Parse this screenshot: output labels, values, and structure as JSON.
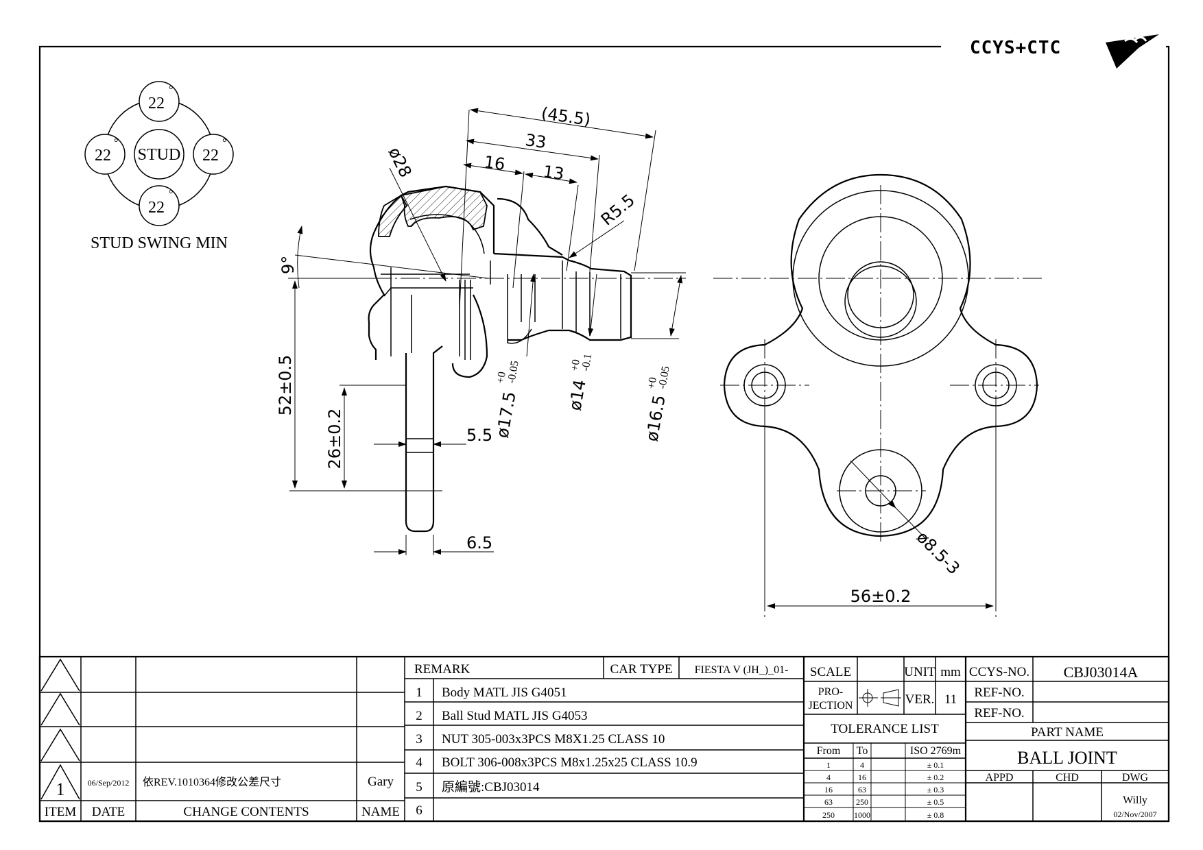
{
  "logo": {
    "text": "CCYS+CTC"
  },
  "stud_swing": {
    "center": "STUD",
    "angles": [
      "22",
      "22",
      "22",
      "22"
    ],
    "degree_mark": "°",
    "caption": "STUD SWING MIN"
  },
  "dimensions": {
    "d45_5": "(45.5)",
    "d33": "33",
    "d16": "16",
    "d13": "13",
    "r5_5": "R5.5",
    "phi28": "ø28",
    "angle9": "9°",
    "d52": "52±0.5",
    "d26": "26±0.2",
    "d5_5": "5.5",
    "d6_5": "6.5",
    "phi17_5": "ø17.5",
    "phi17_5_tol_up": "+0",
    "phi17_5_tol_dn": "-0.05",
    "phi14": "ø14",
    "phi14_tol_up": "+0",
    "phi14_tol_dn": "-0.1",
    "phi16_5": "ø16.5",
    "phi16_5_tol_up": "+0",
    "phi16_5_tol_dn": "-0.05",
    "phi8_5": "ø8.5-3",
    "d56": "56±0.2"
  },
  "revisions": {
    "header": {
      "item": "ITEM",
      "date": "DATE",
      "contents": "CHANGE CONTENTS",
      "name": "NAME"
    },
    "rows": [
      {
        "item": "",
        "date": "",
        "contents": "",
        "name": ""
      },
      {
        "item": "",
        "date": "",
        "contents": "",
        "name": ""
      },
      {
        "item": "",
        "date": "",
        "contents": "",
        "name": ""
      },
      {
        "item": "1",
        "date": "06/Sep/2012",
        "contents": "依REV.1010364修改公差尺寸",
        "name": "Gary"
      }
    ]
  },
  "remarks": {
    "header": "REMARK",
    "car_type_label": "CAR TYPE",
    "car_type_value": "FIESTA V (JH_)_01-",
    "items": [
      {
        "num": "1",
        "text": "Body MATL JIS G4051"
      },
      {
        "num": "2",
        "text": "Ball Stud MATL JIS G4053"
      },
      {
        "num": "3",
        "text": "NUT 305-003x3PCS M8X1.25 CLASS 10"
      },
      {
        "num": "4",
        "text": "BOLT 306-008x3PCS M8x1.25x25 CLASS 10.9"
      },
      {
        "num": "5",
        "text": "原編號:CBJ03014"
      },
      {
        "num": "6",
        "text": ""
      }
    ]
  },
  "title_block": {
    "scale_label": "SCALE",
    "scale_value": "",
    "unit_label": "UNIT",
    "unit_value": "mm",
    "projection_label_1": "PRO-",
    "projection_label_2": "JECTION",
    "ver_label": "VER.",
    "ver_value": "11",
    "tolerance_title": "TOLERANCE LIST",
    "tol_headers": [
      "From",
      "To",
      "ISO 2769m"
    ],
    "tolerances": [
      [
        "1",
        "4",
        "± 0.1"
      ],
      [
        "4",
        "16",
        "± 0.2"
      ],
      [
        "16",
        "63",
        "± 0.3"
      ],
      [
        "63",
        "250",
        "± 0.5"
      ],
      [
        "250",
        "1000",
        "± 0.8"
      ]
    ],
    "ccys_no_label": "CCYS-NO.",
    "ccys_no_value": "CBJ03014A",
    "ref_no_label_1": "REF-NO.",
    "ref_no_label_2": "REF-NO.",
    "part_name_label": "PART NAME",
    "part_name_value": "BALL JOINT",
    "appd_label": "APPD",
    "chd_label": "CHD",
    "dwg_label": "DWG",
    "drawn_by": "Willy",
    "drawn_date": "02/Nov/2007"
  }
}
